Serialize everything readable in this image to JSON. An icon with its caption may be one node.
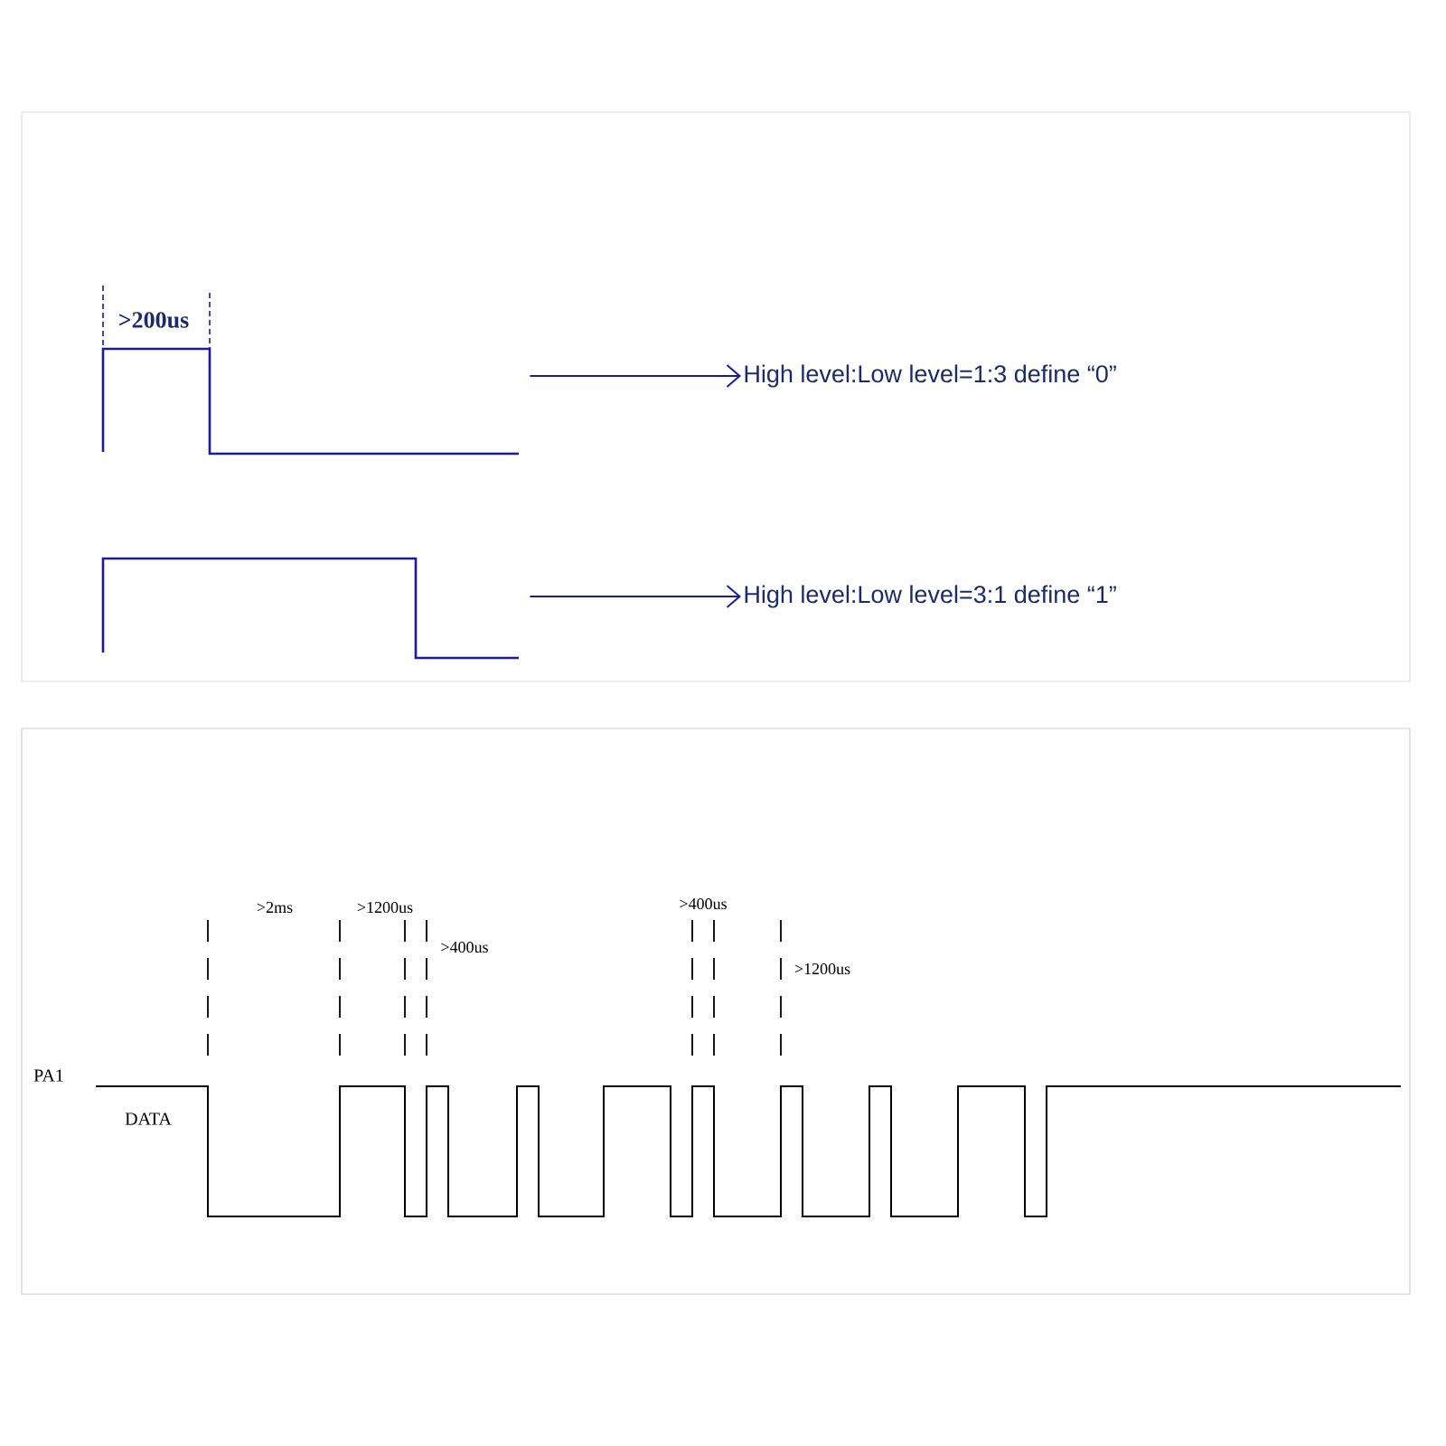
{
  "diagram": {
    "nodes": [
      {
        "text": [],
        "shape": "waveform"
      },
      {
        "text": [
          "High level:Low level=1:3  define  “0”"
        ]
      },
      {
        "text": [],
        "shape": "waveform"
      },
      {
        "text": [
          "High level:Low level=3:1  define  “1”"
        ]
      }
    ],
    "edges": [
      {
        "from": 0,
        "to": 1,
        "arrow": "to"
      },
      {
        "from": 2,
        "to": 3,
        "arrow": "to"
      }
    ],
    "labels": [
      ">200us",
      ">2ms",
      ">1200us",
      ">400us",
      ">400us",
      ">1200us",
      "PA1",
      "DATA"
    ]
  }
}
